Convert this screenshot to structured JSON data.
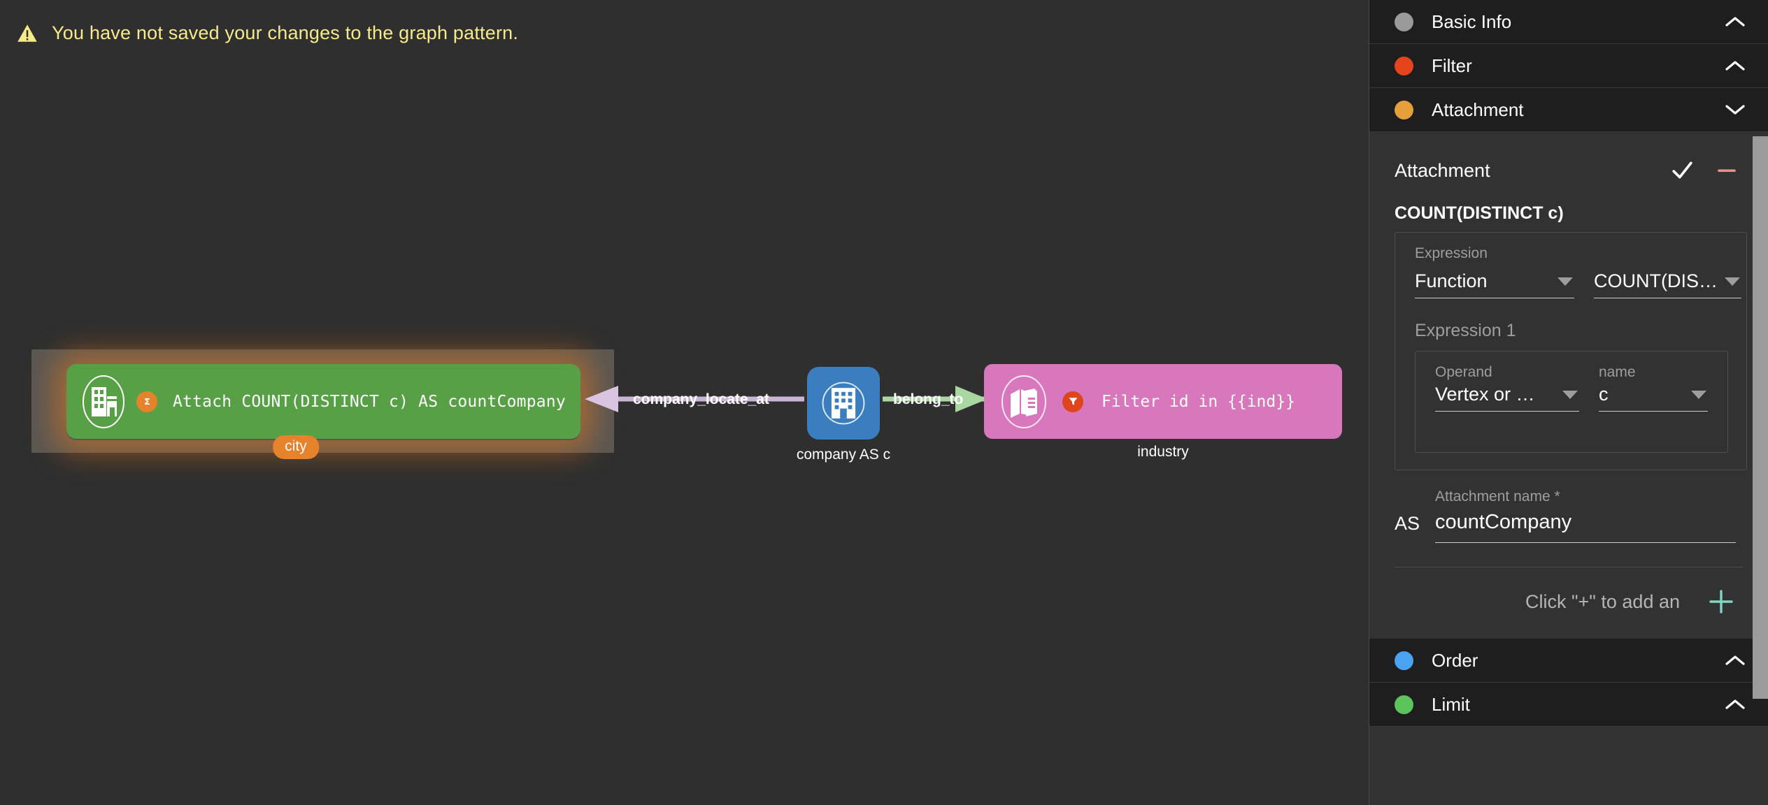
{
  "warning": {
    "icon": "warning-triangle-icon",
    "message": "You have not saved your changes to the graph pattern."
  },
  "graph": {
    "nodes": [
      {
        "id": "city",
        "label_text": "Attach COUNT(DISTINCT c) AS countCompany",
        "caption": "city",
        "color": "#57a046",
        "badge": "sum-icon",
        "icon": "building-circle-icon",
        "selected": true
      },
      {
        "id": "company",
        "label_text": "",
        "caption": "company AS c",
        "color": "#3a7ebf",
        "badge": "",
        "icon": "building-icon",
        "selected": false
      },
      {
        "id": "industry",
        "label_text": "Filter id in {{ind}}",
        "caption": "industry",
        "color": "#d877bb",
        "badge": "filter-icon",
        "icon": "boxes-circle-icon",
        "selected": false
      }
    ],
    "edges": [
      {
        "label": "company_locate_at",
        "color": "#cbb3d8",
        "direction": "left"
      },
      {
        "label": "belong_to",
        "color": "#a8d8a0",
        "direction": "right"
      }
    ]
  },
  "panel": {
    "sections": [
      {
        "id": "basic-info",
        "label": "Basic Info",
        "dot": "#9a9a9a",
        "chevron": "up",
        "expanded": false
      },
      {
        "id": "filter",
        "label": "Filter",
        "dot": "#e5441c",
        "chevron": "up",
        "expanded": false
      },
      {
        "id": "attachment",
        "label": "Attachment",
        "dot": "#e5a03b",
        "chevron": "down",
        "expanded": true
      },
      {
        "id": "order",
        "label": "Order",
        "dot": "#49a3f1",
        "chevron": "up",
        "expanded": false
      },
      {
        "id": "limit",
        "label": "Limit",
        "dot": "#5cc45c",
        "chevron": "up",
        "expanded": false
      }
    ],
    "attachment": {
      "row_title": "Attachment",
      "confirm_icon": "check-icon",
      "remove_icon": "minus-icon",
      "expression_title": "COUNT(DISTINCT c)",
      "expression": {
        "group_label": "Expression",
        "type_value": "Function",
        "function_value": "COUNT(DIS…",
        "sub_label": "Expression 1",
        "operand_label": "Operand",
        "operand_value": "Vertex or …",
        "name_label": "name",
        "name_value": "c"
      },
      "as_label": "AS",
      "name_field_label": "Attachment name *",
      "name_field_value": "countCompany",
      "add_hint": "Click \"+\" to add an",
      "add_icon": "plus-icon"
    }
  },
  "colors": {
    "canvas_bg": "#2f2f2f",
    "panel_bg": "#323232",
    "accordion_bg": "#1e1e1e",
    "warning_text": "#f5ea8c",
    "accent_teal": "#7fd6c4",
    "scrollbar": "#9b9b9b"
  }
}
